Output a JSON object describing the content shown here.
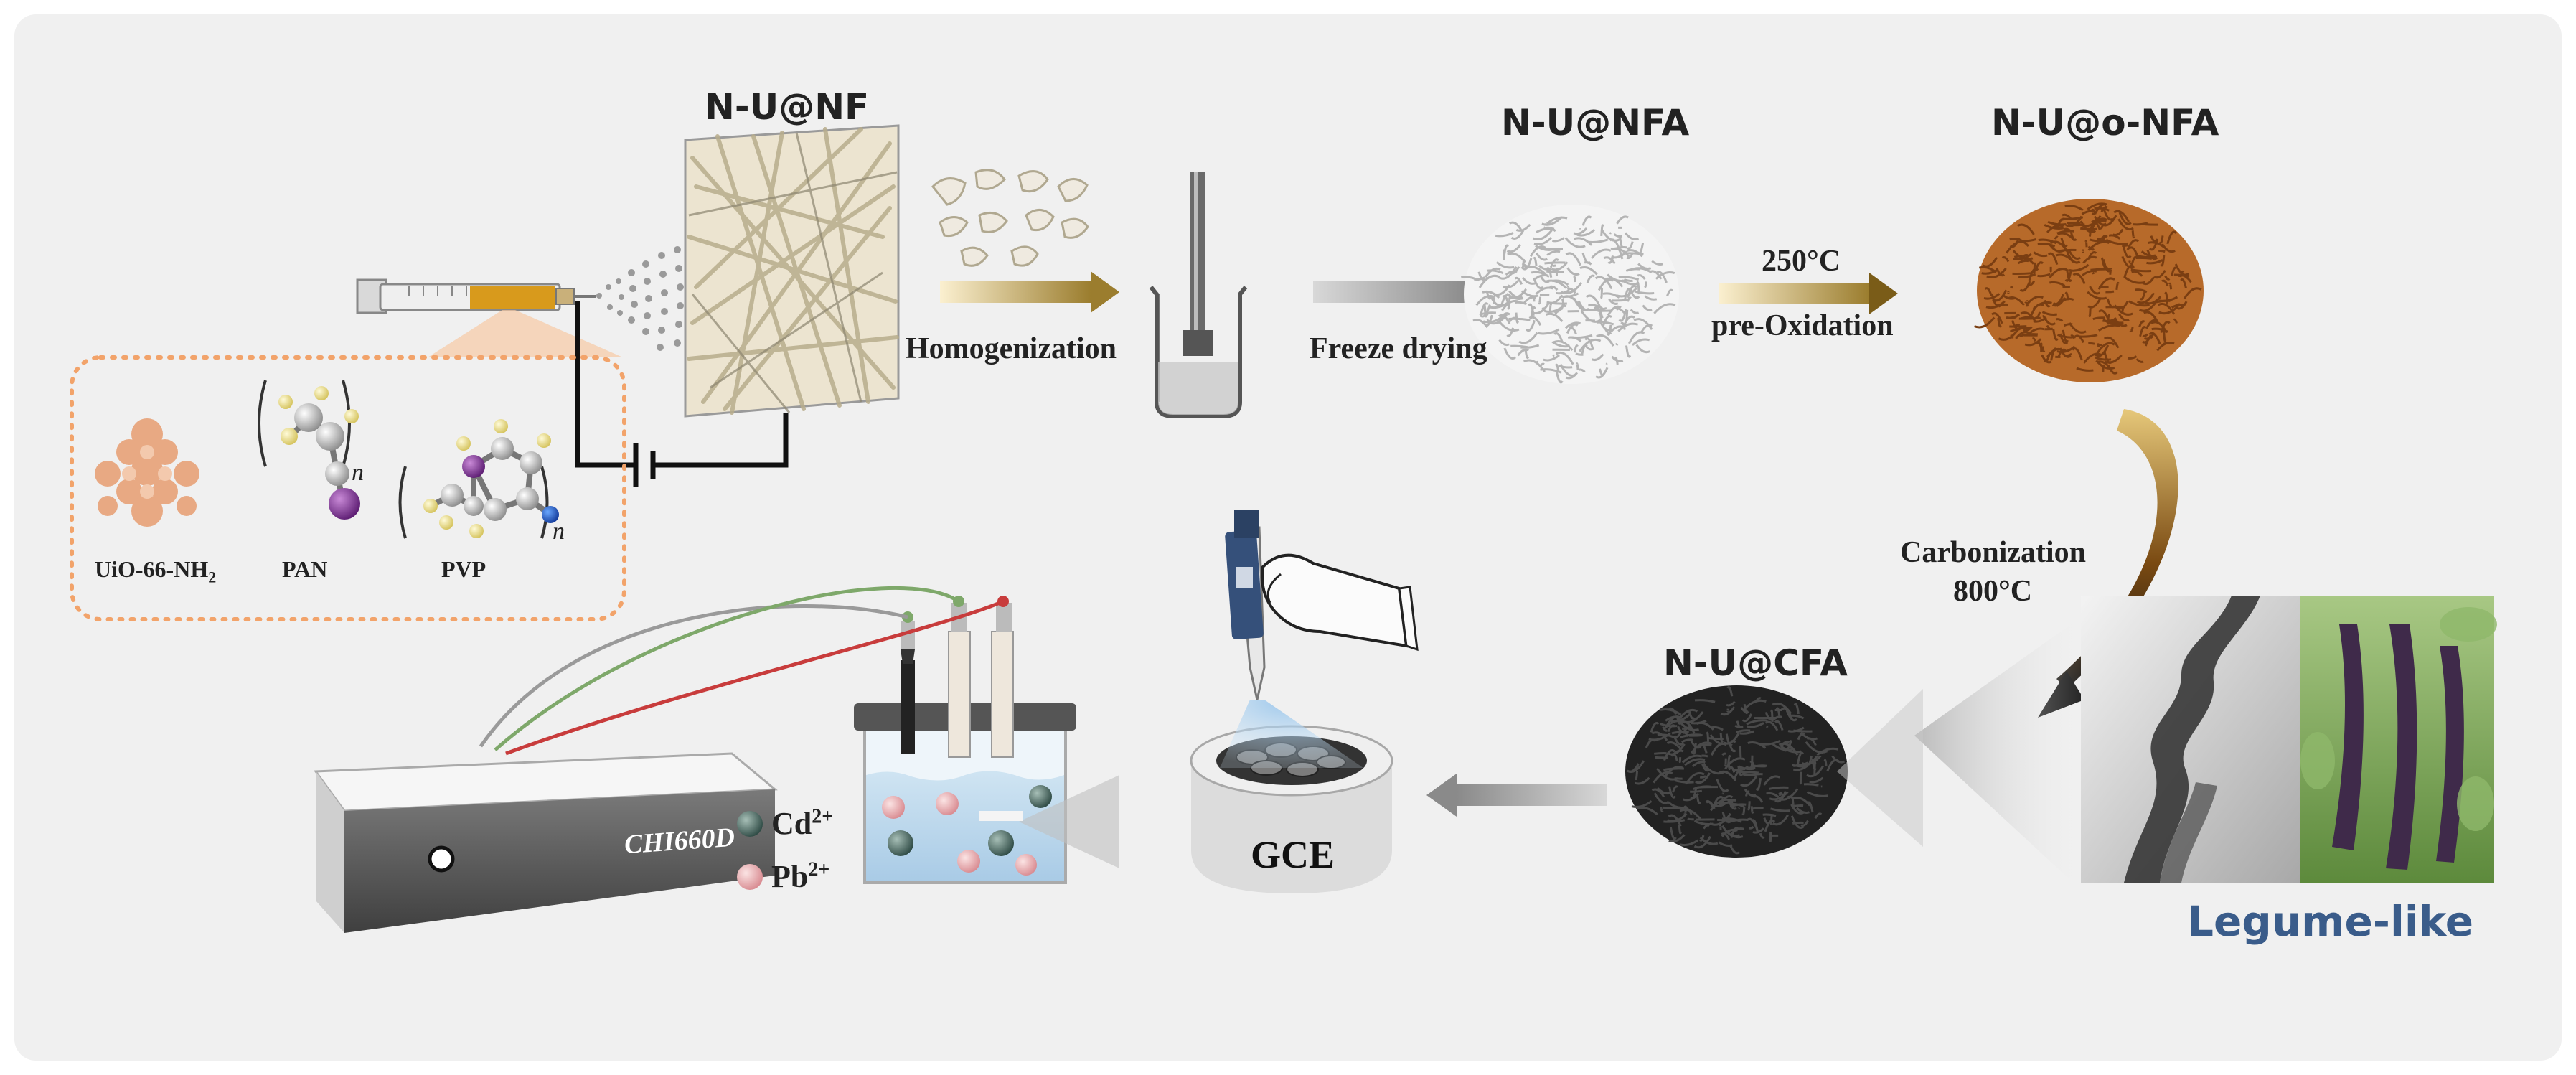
{
  "materials": {
    "nf": "N-U@NF",
    "nfa": "N-U@NFA",
    "onfa": "N-U@o-NFA",
    "cfa": "N-U@CFA"
  },
  "steps": {
    "homogenization": "Homogenization",
    "freeze": "Freeze drying",
    "temp1": "250°C",
    "preox": "pre-Oxidation",
    "carbonization": "Carbonization",
    "temp2": "800°C"
  },
  "precursors": {
    "uio_main": "UiO-66-NH",
    "uio_sub": "2",
    "pan": "PAN",
    "pvp": "PVP",
    "n": "n"
  },
  "ions": {
    "cd_base": "Cd",
    "cd_sup": "2+",
    "pb_base": "Pb",
    "pb_sup": "2+"
  },
  "device": {
    "model": "CHI660D"
  },
  "electrode": {
    "label": "GCE"
  },
  "analogy": {
    "label": "Legume-like"
  },
  "colors": {
    "background": "#f0f0f0",
    "dashed_box": "#f2a36a",
    "uio_particles": "#e8a983",
    "pan_iodine": "#7b2d8e",
    "oxidized_fiber": "#a0581c",
    "carbon_fiber": "#1c1c1c",
    "arrow_gray": "#8c8c8c",
    "arrow_gold": "#9a7a2a",
    "wire_green": "#7ea86a",
    "wire_red": "#c83c3c",
    "wire_gray": "#9a9a9a",
    "cd_ion": "#3f5f58",
    "pb_ion": "#e8a0a4",
    "legume_text": "#3a5c8a"
  }
}
